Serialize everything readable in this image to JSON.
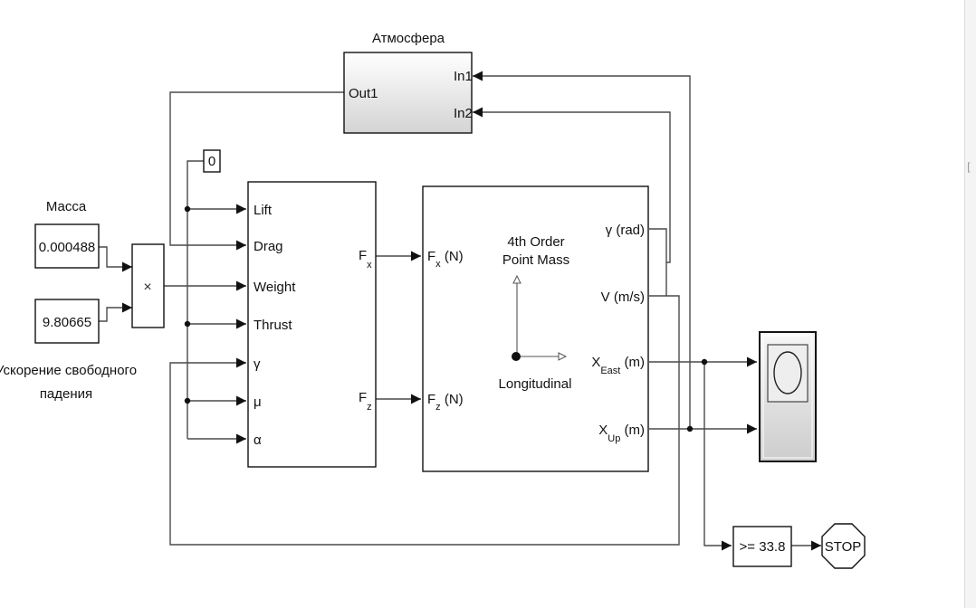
{
  "atmosphere": {
    "title": "Атмосфера",
    "in1": "In1",
    "in2": "In2",
    "out1": "Out1"
  },
  "constant_zero": {
    "value": "0"
  },
  "mass": {
    "title": "Масса",
    "value": "0.000488"
  },
  "gravity": {
    "value": "9.80665",
    "label_line1": "Ускорение свободного",
    "label_line2": "падения"
  },
  "product": {
    "symbol": "×"
  },
  "forces": {
    "ports": [
      "Lift",
      "Drag",
      "Weight",
      "Thrust",
      "γ",
      "μ",
      "α"
    ],
    "out_fx_main": "F",
    "out_fx_sub": "x",
    "out_fz_main": "F",
    "out_fz_sub": "z"
  },
  "point_mass": {
    "title_line1": "4th Order",
    "title_line2": "Point Mass",
    "subtitle": "Longitudinal",
    "in_fx": {
      "main": "F",
      "sub": "x",
      "rest": " (N)"
    },
    "in_fz": {
      "main": "F",
      "sub": "z",
      "rest": " (N)"
    },
    "out_gamma": "γ (rad)",
    "out_v": "V (m/s)",
    "out_xeast": {
      "main": "X",
      "sub": "East",
      "rest": " (m)"
    },
    "out_xup": {
      "main": "X",
      "sub": "Up",
      "rest": " (m)"
    }
  },
  "compare": {
    "label": ">= 33.8"
  },
  "stop": {
    "label": "STOP"
  },
  "edge_icon": "edge-bracket-icon",
  "edge_mark": "["
}
